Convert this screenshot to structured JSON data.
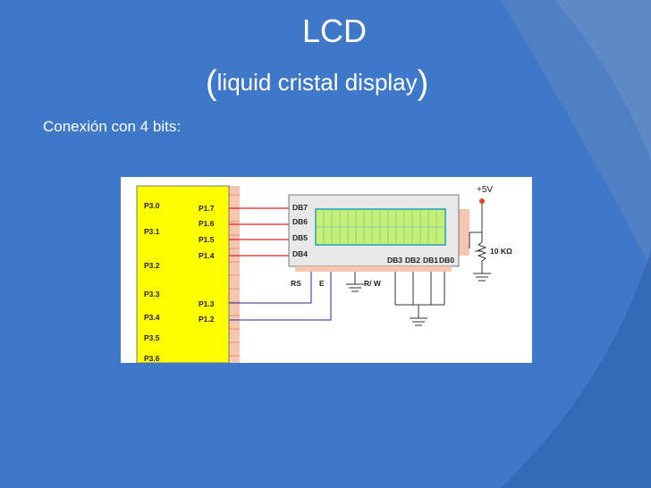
{
  "slide": {
    "title": "LCD",
    "subtitle_paren_open": "(",
    "subtitle": "liquid cristal display",
    "subtitle_paren_close": ")",
    "body_text": "Conexión con 4 bits:"
  },
  "diagram": {
    "mcu_left_pins": [
      "P3.0",
      "P3.1",
      "P3.2",
      "P3.3",
      "P3.4",
      "P3.5",
      "P3.6"
    ],
    "mcu_right_pins": [
      "P1.7",
      "P1.6",
      "P1.5",
      "P1.4",
      "P1.3",
      "P1.2"
    ],
    "lcd_data_pins": [
      "DB7",
      "DB6",
      "DB5",
      "DB4"
    ],
    "lcd_bottom_pins": [
      "DB3",
      "DB2",
      "DB1",
      "DB0"
    ],
    "rs_label": "RS",
    "e_label": "E",
    "rw_label": "R/ W",
    "vcc_label": "+5V",
    "pot_label": "10 KΩ",
    "colors": {
      "slide_bg": "#3f78c8",
      "mcu_fill": "#ffff00",
      "data_wire": "#e02020",
      "ctrl_wire": "#5050a0",
      "lcd_screen": "#c8f070"
    }
  }
}
